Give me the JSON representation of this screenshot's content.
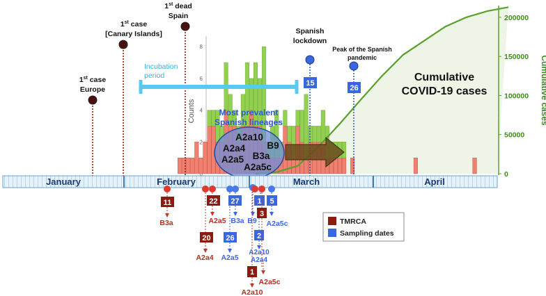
{
  "chart_data": {
    "type": "bar",
    "ylabel_counts": "Counts",
    "ylabel_cumulative": "Cumulative cases",
    "counts_ticks": [
      "0",
      "2",
      "4",
      "6",
      "8"
    ],
    "cumulative_ticks": [
      "0",
      "50000",
      "100000",
      "150000",
      "200000"
    ],
    "counts_ylim": [
      0,
      8.4
    ],
    "cumulative_ylim": [
      0,
      215000
    ],
    "months": [
      "January",
      "February",
      "March",
      "April"
    ],
    "series": [
      {
        "name": "Counts (red)",
        "color": "#f08070",
        "days": [
          42,
          43,
          44,
          45,
          46,
          47,
          48,
          49,
          50,
          51,
          52,
          53,
          54,
          55,
          56,
          57,
          58,
          59,
          60,
          61,
          62,
          63,
          64,
          65,
          66,
          67,
          68,
          69,
          70,
          71,
          72,
          73,
          74,
          75,
          76,
          77,
          78,
          79,
          80,
          81,
          83,
          98,
          112
        ],
        "values": [
          1,
          1,
          1,
          1,
          2,
          1,
          2,
          3,
          3,
          2,
          2,
          4,
          3,
          3,
          2,
          3,
          3,
          4,
          3,
          3,
          2,
          1,
          1,
          1,
          1,
          3,
          2,
          1,
          3,
          2,
          1,
          2,
          2,
          2,
          2,
          1,
          1,
          1,
          1,
          1,
          1,
          1,
          1
        ]
      },
      {
        "name": "Counts (green)",
        "color": "#92d050",
        "days": [
          49,
          50,
          51,
          52,
          53,
          54,
          55,
          56,
          57,
          58,
          59,
          60,
          61,
          62,
          63,
          64,
          65,
          66,
          67,
          68,
          69,
          70,
          71,
          72,
          73,
          74,
          75,
          76,
          77,
          78,
          79,
          80,
          81
        ],
        "values": [
          1,
          1,
          2,
          1,
          3,
          2,
          1,
          1,
          2,
          4,
          2,
          4,
          3,
          6,
          1,
          2,
          3,
          1,
          1,
          1,
          2,
          1,
          2,
          4,
          1,
          1,
          1,
          2,
          2,
          1,
          1,
          1,
          1
        ]
      },
      {
        "name": "Cumulative COVID-19 cases",
        "color": "#5aa02c",
        "days": [
          60,
          65,
          70,
          75,
          80,
          85,
          90,
          95,
          100,
          105,
          110,
          115,
          120
        ],
        "values": [
          0,
          2000,
          10000,
          35000,
          64000,
          95000,
          125000,
          152000,
          170000,
          188000,
          200000,
          208000,
          213000
        ]
      }
    ]
  },
  "labels": {
    "cumulative_title_1": "Cumulative",
    "cumulative_title_2": "COVID-19 cases",
    "incubation_1": "Incubation",
    "incubation_2": "period",
    "lineages_title_1": "Most prevalent",
    "lineages_title_2": "Spanish lineages",
    "lineages": [
      "A2a10",
      "A2a4",
      "B9",
      "B3a",
      "A2a5",
      "A2a5c"
    ]
  },
  "events": {
    "first_case_europe": {
      "pre": "1",
      "sup": "st",
      "rest": " case",
      "line2": "Europe"
    },
    "first_case_canary": {
      "pre": "1",
      "sup": "st",
      "rest": " case",
      "line2": "[Canary Islands]"
    },
    "first_dead_spain": {
      "pre": "1",
      "sup": "st",
      "rest": " dead",
      "line2": "Spain"
    },
    "lockdown": {
      "line1": "Spanish",
      "line2": "lockdown",
      "badge": "15"
    },
    "peak": {
      "line1": "Peak of the Spanish",
      "line2": "pandemic",
      "badge": "26"
    }
  },
  "markers": [
    {
      "badge": "11",
      "kind": "tmrca",
      "label": "B3a"
    },
    {
      "badge": "22",
      "kind": "tmrca",
      "label": "A2a5"
    },
    {
      "badge": "20",
      "kind": "tmrca",
      "label": "A2a4"
    },
    {
      "badge": "27",
      "kind": "sampling",
      "label": "B3a"
    },
    {
      "badge": "26",
      "kind": "sampling",
      "label": "A2a5"
    },
    {
      "badge": "1",
      "kind": "sampling",
      "label": "B9"
    },
    {
      "badge": "5",
      "kind": "sampling",
      "label": "A2a5c"
    },
    {
      "badge": "3",
      "kind": "tmrca",
      "label": ""
    },
    {
      "badge": "2",
      "kind": "sampling",
      "label": "A2a10"
    },
    {
      "badge": "",
      "kind": "sampling",
      "label": "A2a4"
    },
    {
      "badge": "",
      "kind": "tmrca",
      "label": "A2a5c"
    },
    {
      "badge": "1",
      "kind": "tmrca",
      "label": "A2a10"
    }
  ],
  "legend": {
    "tmrca": "TMRCA",
    "sampling": "Sampling dates"
  },
  "colors": {
    "tmrca": "#8b1a10",
    "sampling": "#3a66e0",
    "red_bar": "#f08070",
    "green_bar": "#92d050",
    "cumulative_line": "#5aa02c",
    "incubation": "#5bc8f0",
    "month_band": "#dff0fa"
  }
}
